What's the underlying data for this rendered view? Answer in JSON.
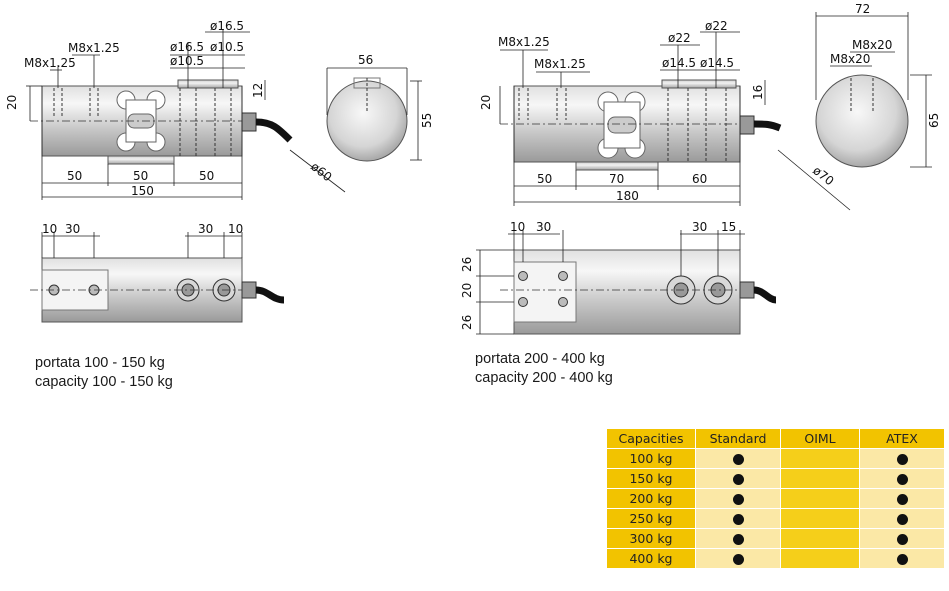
{
  "left_model": {
    "dims": {
      "m8_top": "M8x1.25",
      "m8_left": "M8x1.25",
      "d16_top": "ø16.5",
      "d16_mid": "ø16.5",
      "d10_a": "ø10.5",
      "d10_b": "ø10.5",
      "h20": "20",
      "h12": "12",
      "s50a": "50",
      "s50b": "50",
      "s50c": "50",
      "total": "150",
      "b10": "10",
      "b30": "30",
      "b30r": "30",
      "b10r": "10"
    },
    "end_view": {
      "width": "56",
      "height": "55",
      "dia": "ø60"
    },
    "caption_it": "portata 100 - 150 kg",
    "caption_en": "capacity 100 - 150 kg"
  },
  "right_model": {
    "dims": {
      "m8_top": "M8x1.25",
      "m8_mid": "M8x1.25",
      "d22a": "ø22",
      "d22b": "ø22",
      "d14a": "ø14.5",
      "d14b": "ø14.5",
      "h20": "20",
      "h16": "16",
      "s50": "50",
      "s70": "70",
      "s60": "60",
      "total": "180",
      "b10": "10",
      "b30": "30",
      "b30r": "30",
      "b15": "15",
      "v26a": "26",
      "v20": "20",
      "v26b": "26"
    },
    "end_view": {
      "width": "72",
      "height": "65",
      "dia": "ø70",
      "m8a": "M8x20",
      "m8b": "M8x20"
    },
    "caption_it": "portata 200 - 400 kg",
    "caption_en": "capacity 200 - 400 kg"
  },
  "capacity_table": {
    "headers": [
      "Capacities",
      "Standard",
      "OIML",
      "ATEX"
    ],
    "rows": [
      {
        "label": "100 kg",
        "standard": true,
        "oiml": false,
        "atex": true
      },
      {
        "label": "150 kg",
        "standard": true,
        "oiml": false,
        "atex": true
      },
      {
        "label": "200 kg",
        "standard": true,
        "oiml": false,
        "atex": true
      },
      {
        "label": "250 kg",
        "standard": true,
        "oiml": false,
        "atex": true
      },
      {
        "label": "300 kg",
        "standard": true,
        "oiml": false,
        "atex": true
      },
      {
        "label": "400 kg",
        "standard": true,
        "oiml": false,
        "atex": true
      }
    ],
    "colors": {
      "header": "#f2c300",
      "cell": "#fbe8a6",
      "oiml_column": "#f5cf1a"
    }
  }
}
